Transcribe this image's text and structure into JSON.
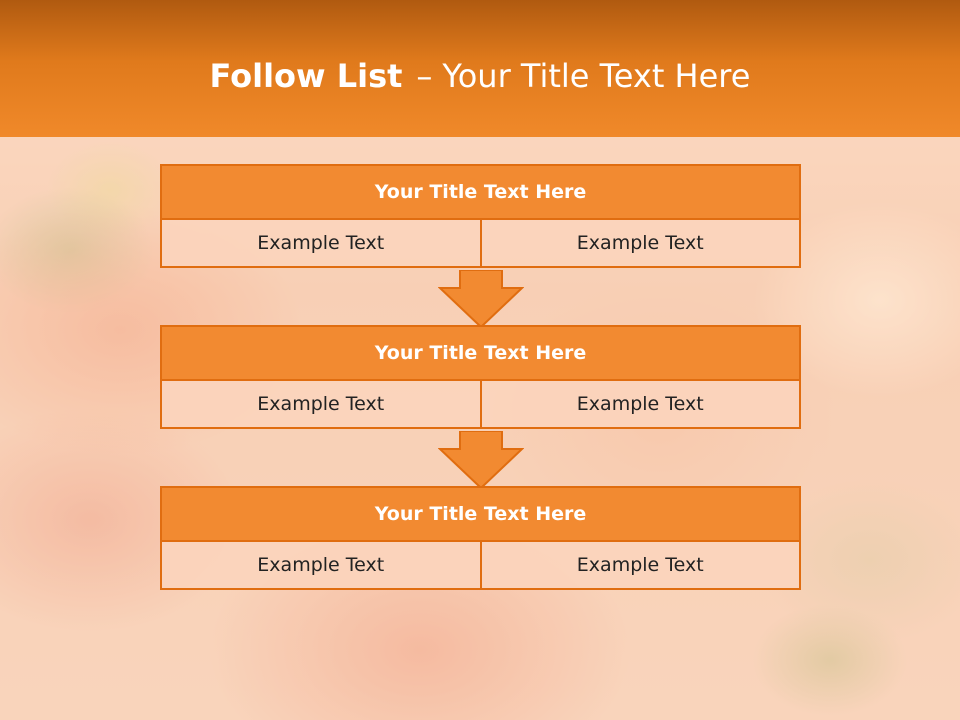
{
  "header": {
    "title_bold": "Follow List",
    "separator": "–",
    "title_rest": "Your Title Text Here"
  },
  "blocks": [
    {
      "title": "Your Title Text Here",
      "left": "Example Text",
      "right": "Example Text"
    },
    {
      "title": "Your Title Text Here",
      "left": "Example Text",
      "right": "Example Text"
    },
    {
      "title": "Your Title Text Here",
      "left": "Example Text",
      "right": "Example Text"
    }
  ],
  "colors": {
    "accent": "#f28a31",
    "border": "#e06d10",
    "cell_fill": "#fbd4bc"
  }
}
